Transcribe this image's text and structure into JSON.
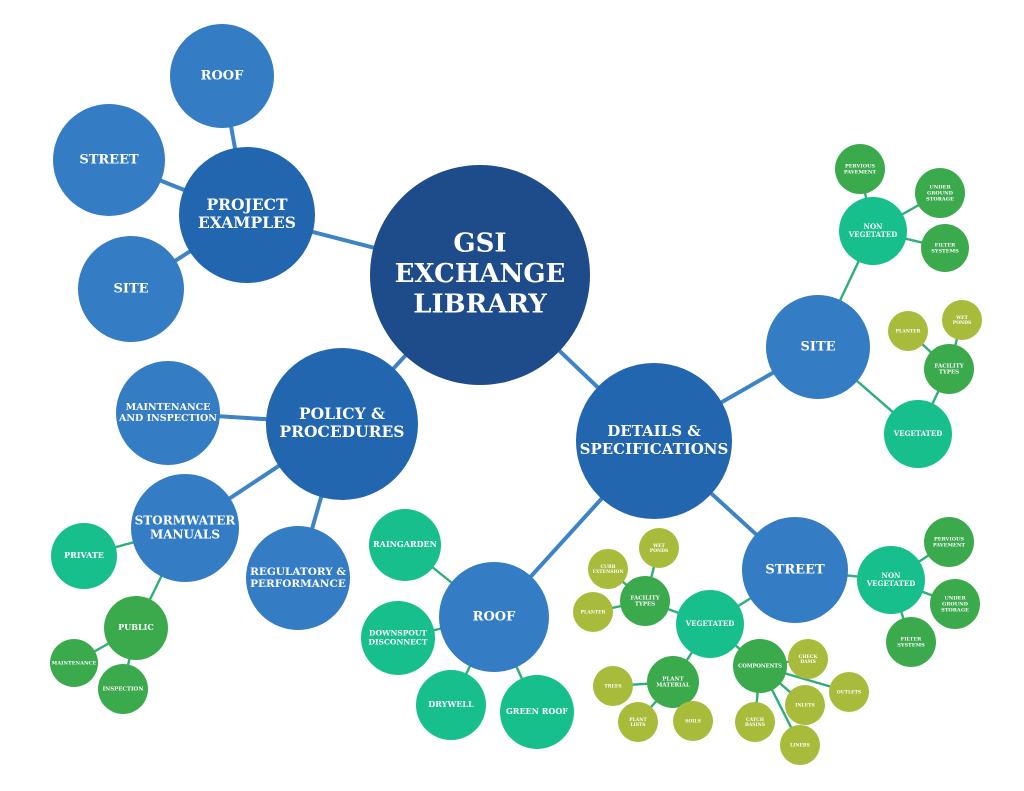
{
  "colors": {
    "center": "#1e4b8a",
    "primary": "#2166ae",
    "secondary": "#347cc4",
    "teal": "#17bf8c",
    "green": "#3aaa4c",
    "olive": "#a8bb3a",
    "line_blue": "#3d84c6",
    "line_green": "#2fae7a"
  },
  "nodes": {
    "center": [
      "GSI",
      "EXCHANGE",
      "LIBRARY"
    ],
    "project_examples": [
      "PROJECT",
      "EXAMPLES"
    ],
    "pe_roof": [
      "ROOF"
    ],
    "pe_street": [
      "STREET"
    ],
    "pe_site": [
      "SITE"
    ],
    "policy": [
      "POLICY &",
      "PROCEDURES"
    ],
    "maintenance_inspection": [
      "MAINTENANCE",
      "AND INSPECTION"
    ],
    "stormwater_manuals": [
      "STORMWATER",
      "MANUALS"
    ],
    "regulatory": [
      "REGULATORY &",
      "PERFORMANCE"
    ],
    "private": [
      "PRIVATE"
    ],
    "public": [
      "PUBLIC"
    ],
    "maintenance": [
      "MAINTENANCE"
    ],
    "inspection": [
      "INSPECTION"
    ],
    "details": [
      "DETAILS &",
      "SPECIFICATIONS"
    ],
    "roof": [
      "ROOF"
    ],
    "raingarden": [
      "RAINGARDEN"
    ],
    "downspout": [
      "DOWNSPOUT",
      "DISCONNECT"
    ],
    "drywell": [
      "DRYWELL"
    ],
    "green_roof": [
      "GREEN ROOF"
    ],
    "site": [
      "SITE"
    ],
    "site_nonveg": [
      "NON",
      "VEGETATED"
    ],
    "site_pervious": [
      "PERVIOUS",
      "PAVEMENT"
    ],
    "site_underground": [
      "UNDER",
      "GROUND",
      "STORAGE"
    ],
    "site_filter": [
      "FILTER",
      "SYSTEMS"
    ],
    "site_veg": [
      "VEGETATED"
    ],
    "site_facility": [
      "FACILITY",
      "TYPES"
    ],
    "site_planter": [
      "PLANTER"
    ],
    "site_wetponds": [
      "WET",
      "PONDS"
    ],
    "street": [
      "STREET"
    ],
    "street_nonveg": [
      "NON",
      "VEGETATED"
    ],
    "street_pervious": [
      "PERVIOUS",
      "PAVEMENT"
    ],
    "street_underground": [
      "UNDER",
      "GROUND",
      "STORAGE"
    ],
    "street_filter": [
      "FILTER",
      "SYSTEMS"
    ],
    "street_veg": [
      "VEGETATED"
    ],
    "street_facility": [
      "FACILITY",
      "TYPES"
    ],
    "curb_extension": [
      "CURB",
      "EXTENSION"
    ],
    "street_wetponds": [
      "WET",
      "PONDS"
    ],
    "street_planter": [
      "PLANTER"
    ],
    "plant_material": [
      "PLANT",
      "MATERIAL"
    ],
    "trees": [
      "TREES"
    ],
    "plant_lists": [
      "PLANT",
      "LISTS"
    ],
    "soils": [
      "SOILS"
    ],
    "components": [
      "COMPONENTS"
    ],
    "check_dams": [
      "CHECK",
      "DAMS"
    ],
    "outlets": [
      "OUTLETS"
    ],
    "inlets": [
      "INLETS"
    ],
    "catch_basins": [
      "CATCH",
      "BASINS"
    ],
    "liners": [
      "LINERS"
    ]
  }
}
